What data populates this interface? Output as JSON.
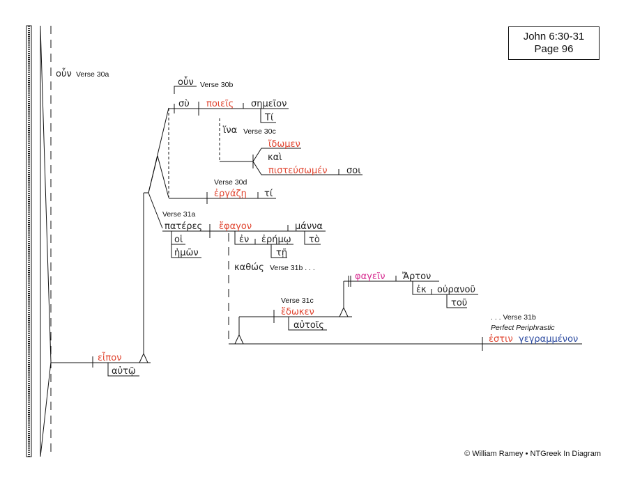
{
  "header": {
    "reference": "John 6:30-31",
    "page": "Page 96"
  },
  "footer": {
    "copyright": "© William Ramey • NTGreek In Diagram"
  },
  "labels": {
    "v30a": "Verse 30a",
    "v30b": "Verse 30b",
    "v30c": "Verse 30c",
    "v30d": "Verse 30d",
    "v31a": "Verse 31a",
    "v31b_ref": "Verse 31b . . .",
    "v31c": "Verse 31c",
    "v31b": ". . . Verse 31b",
    "periphrastic": "Perfect Periphrastic"
  },
  "words": {
    "oun_a": "οὖν",
    "oun_b": "οὖν",
    "su": "σὺ",
    "poieis": "ποιεῖς",
    "semeion": "σημεῖον",
    "ti_a": "Τί",
    "hina": "ἵνα",
    "idomen": "ἴδωμεν",
    "kai": "καὶ",
    "pisteusomen": "πιστεύσωμέν",
    "soi": "σοι",
    "ergaze": "ἐργάζῃ",
    "ti_b": "τί",
    "pateres": "πατέρες",
    "hoi": "οἱ",
    "hemon": "ἡμῶν",
    "ephagon": "ἔφαγον",
    "manna": "μάννα",
    "to": "τὸ",
    "en": "ἐν",
    "eremo": "ἐρήμῳ",
    "te": "τῇ",
    "kathos": "καθώς",
    "phagein": "φαγεῖν",
    "arton": "Ἄρτον",
    "ek": "ἐκ",
    "ouranou": "οὐρανοῦ",
    "tou": "τοῦ",
    "edoken": "ἔδωκεν",
    "autois": "αὐτοῖς",
    "estin": "ἐστιν",
    "gegrammenon": "γεγραμμένον",
    "eipon": "εἶπον",
    "auto": "αὐτῷ"
  },
  "colors": {
    "verb": "#e0442f",
    "infinitive": "#d62a8f",
    "participle": "#2b4aa0"
  }
}
